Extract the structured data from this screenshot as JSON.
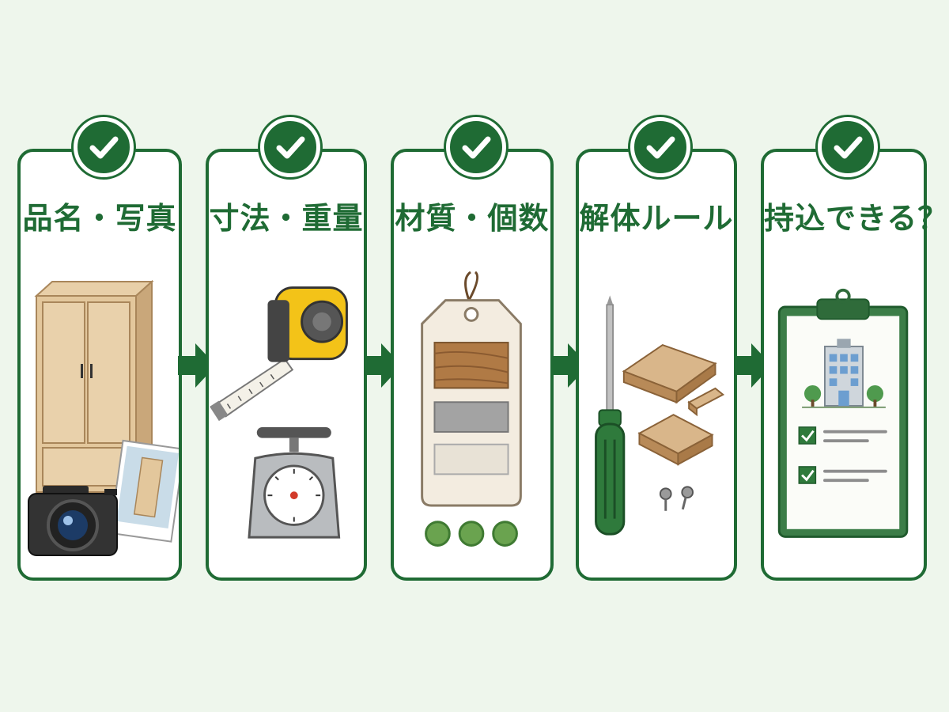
{
  "steps": [
    {
      "title": "品名・写真",
      "icon": "wardrobe-camera-photo-icon"
    },
    {
      "title": "寸法・重量",
      "icon": "tape-measure-scale-icon"
    },
    {
      "title": "材質・個数",
      "icon": "material-tag-icon"
    },
    {
      "title": "解体ルール",
      "icon": "screwdriver-boards-icon"
    },
    {
      "title": "持込できる？",
      "icon": "clipboard-checklist-icon"
    }
  ],
  "colors": {
    "accent": "#1f6b34",
    "background": "#eef6ec",
    "card": "#ffffff"
  }
}
